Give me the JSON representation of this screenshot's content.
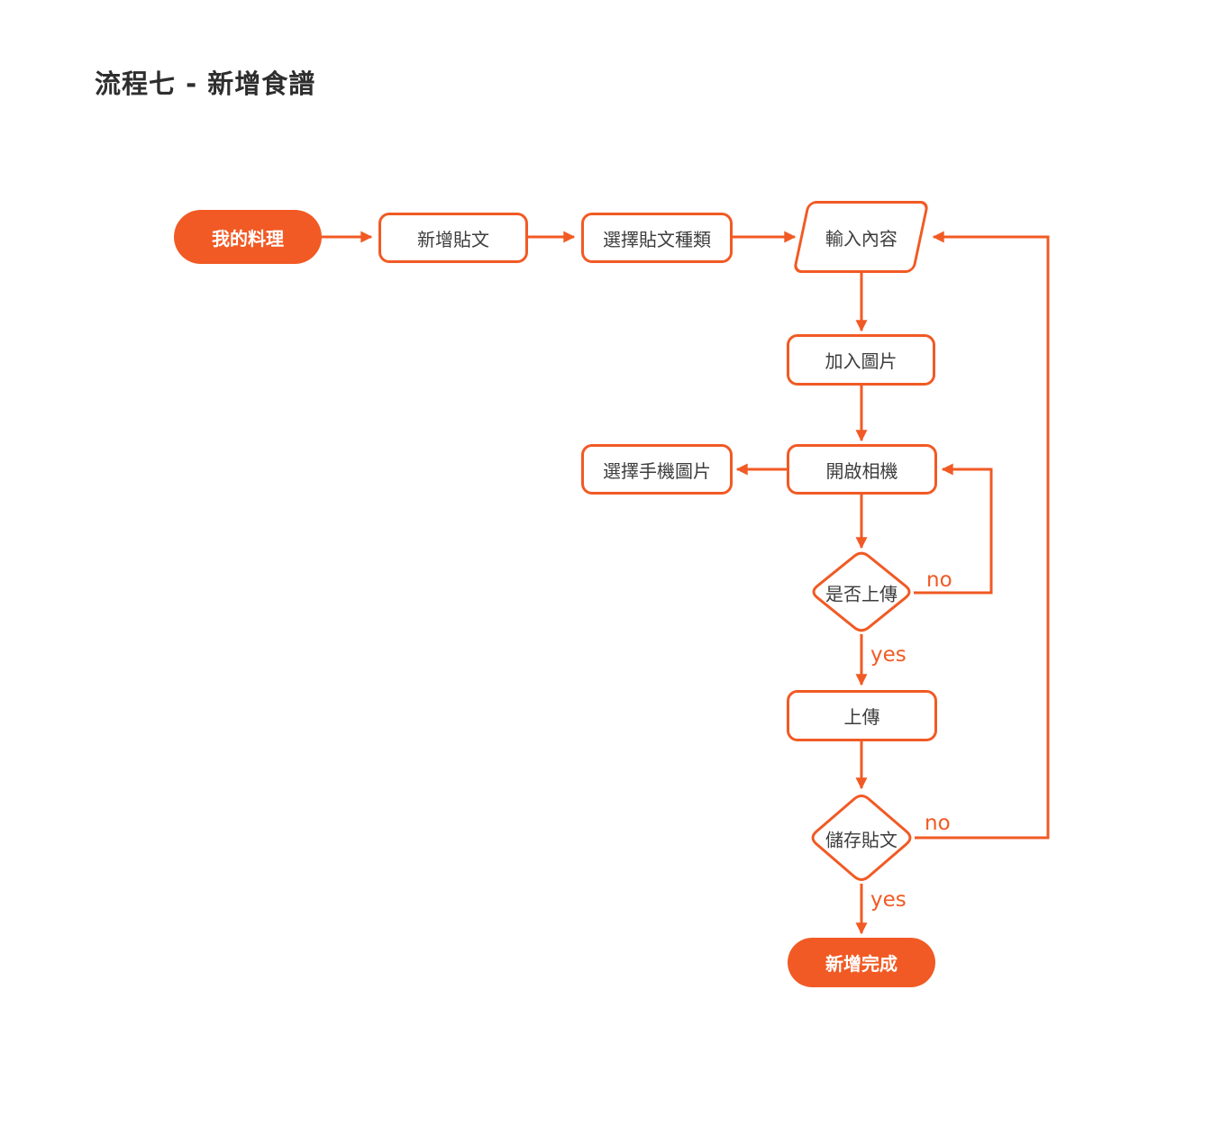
{
  "page": {
    "title": "流程七 - 新增食譜"
  },
  "colors": {
    "accent": "#F15A24",
    "node_fill": "#FFFFFF",
    "node_text": "#3D3D3D",
    "terminator_text": "#FFFFFF",
    "title_text": "#2E2E2E",
    "background": "#FFFFFF"
  },
  "flowchart": {
    "nodes": [
      {
        "id": "start",
        "type": "terminator",
        "label": "我的料理"
      },
      {
        "id": "add-post",
        "type": "process",
        "label": "新增貼文"
      },
      {
        "id": "select-post-type",
        "type": "process",
        "label": "選擇貼文種類"
      },
      {
        "id": "input-content",
        "type": "input-output",
        "label": "輸入內容"
      },
      {
        "id": "add-image",
        "type": "process",
        "label": "加入圖片"
      },
      {
        "id": "open-camera",
        "type": "process",
        "label": "開啟相機"
      },
      {
        "id": "select-phone-image",
        "type": "process",
        "label": "選擇手機圖片"
      },
      {
        "id": "upload-decision",
        "type": "decision",
        "label": "是否上傳"
      },
      {
        "id": "upload",
        "type": "process",
        "label": "上傳"
      },
      {
        "id": "save-post-decision",
        "type": "decision",
        "label": "儲存貼文"
      },
      {
        "id": "end",
        "type": "terminator",
        "label": "新增完成"
      }
    ],
    "edge_labels": {
      "upload_no": "no",
      "upload_yes": "yes",
      "save_no": "no",
      "save_yes": "yes"
    }
  }
}
